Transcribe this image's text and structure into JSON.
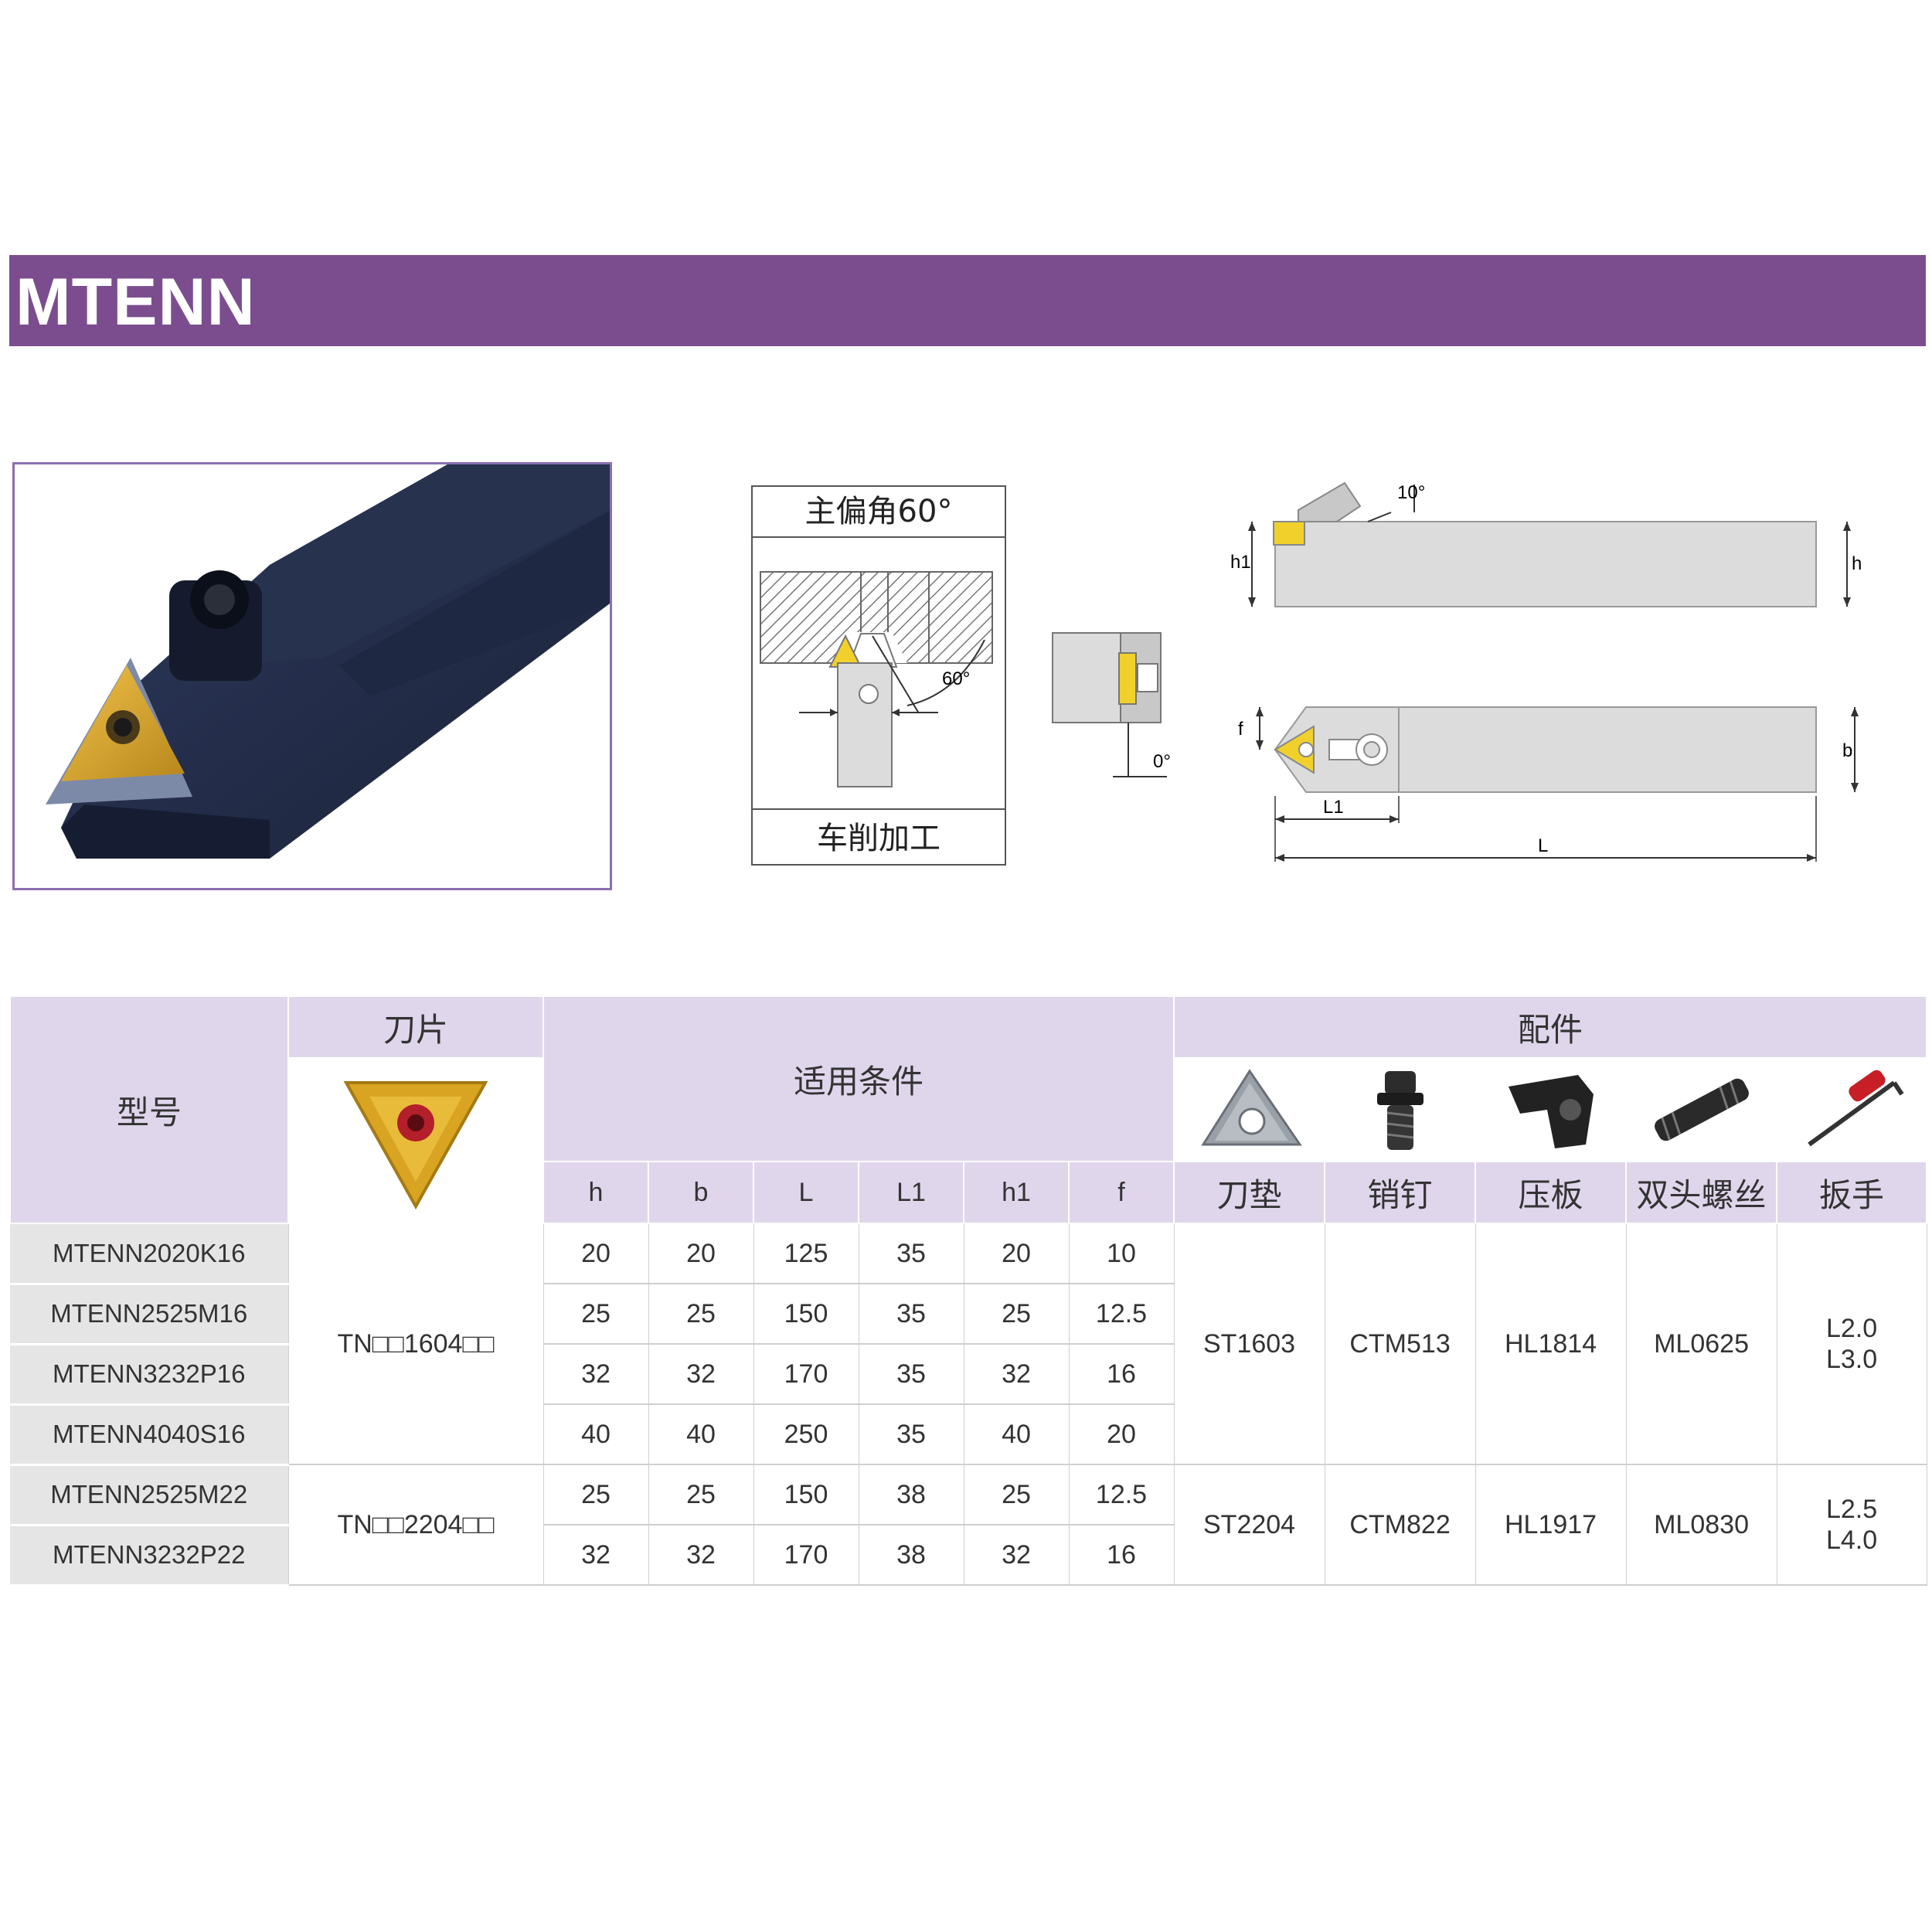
{
  "banner": {
    "title": "MTENN",
    "color": "#7b4d8e"
  },
  "diagram": {
    "top_label": "主偏角60°",
    "bottom_label": "车削加工",
    "angle_60": "60°",
    "angle_0": "0°",
    "angle_10": "10°",
    "dim_h1": "h1",
    "dim_h": "h",
    "dim_f": "f",
    "dim_b": "b",
    "dim_L1": "L1",
    "dim_L": "L"
  },
  "table": {
    "header": {
      "model": "型号",
      "insert": "刀片",
      "conditions": "适用条件",
      "accessories": "配件",
      "dims": [
        "h",
        "b",
        "L",
        "L1",
        "h1",
        "f"
      ],
      "parts": [
        "刀垫",
        "销钉",
        "压板",
        "双头螺丝",
        "扳手"
      ]
    },
    "group1": {
      "insert": "TN□□1604□□",
      "shim": "ST1603",
      "pin": "CTM513",
      "clamp": "HL1814",
      "screw": "ML0625",
      "wrench_1": "L2.0",
      "wrench_2": "L3.0",
      "rows": [
        {
          "model": "MTENN2020K16",
          "h": "20",
          "b": "20",
          "L": "125",
          "L1": "35",
          "h1": "20",
          "f": "10"
        },
        {
          "model": "MTENN2525M16",
          "h": "25",
          "b": "25",
          "L": "150",
          "L1": "35",
          "h1": "25",
          "f": "12.5"
        },
        {
          "model": "MTENN3232P16",
          "h": "32",
          "b": "32",
          "L": "170",
          "L1": "35",
          "h1": "32",
          "f": "16"
        },
        {
          "model": "MTENN4040S16",
          "h": "40",
          "b": "40",
          "L": "250",
          "L1": "35",
          "h1": "40",
          "f": "20"
        }
      ]
    },
    "group2": {
      "insert": "TN□□2204□□",
      "shim": "ST2204",
      "pin": "CTM822",
      "clamp": "HL1917",
      "screw": "ML0830",
      "wrench_1": "L2.5",
      "wrench_2": "L4.0",
      "rows": [
        {
          "model": "MTENN2525M22",
          "h": "25",
          "b": "25",
          "L": "150",
          "L1": "38",
          "h1": "25",
          "f": "12.5"
        },
        {
          "model": "MTENN3232P22",
          "h": "32",
          "b": "32",
          "L": "170",
          "L1": "38",
          "h1": "32",
          "f": "16"
        }
      ]
    }
  }
}
